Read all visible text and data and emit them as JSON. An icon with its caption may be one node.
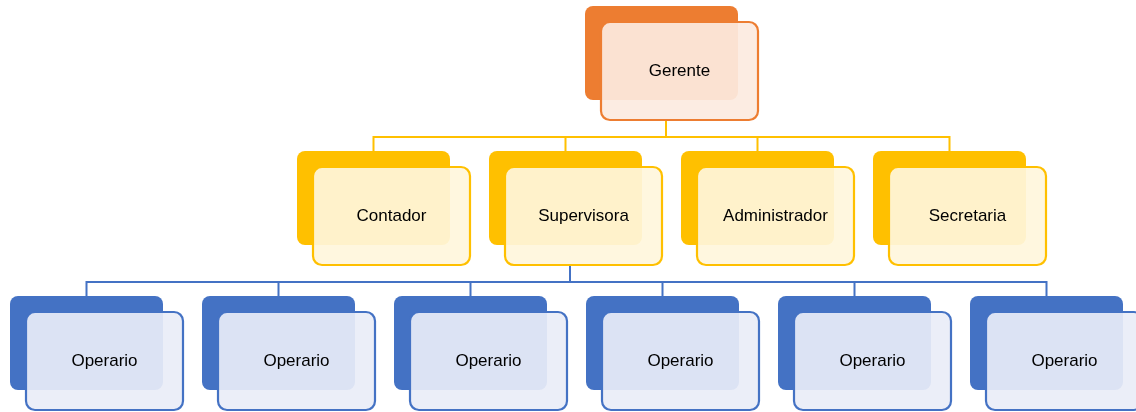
{
  "diagram": {
    "nodes": [
      {
        "text": [
          "Gerente"
        ]
      },
      {
        "text": [
          "Contador"
        ]
      },
      {
        "text": [
          "Supervisora"
        ]
      },
      {
        "text": [
          "Administrador"
        ]
      },
      {
        "text": [
          "Secretaria"
        ]
      },
      {
        "text": [
          "Operario"
        ]
      },
      {
        "text": [
          "Operario"
        ]
      },
      {
        "text": [
          "Operario"
        ]
      },
      {
        "text": [
          "Operario"
        ]
      },
      {
        "text": [
          "Operario"
        ]
      },
      {
        "text": [
          "Operario"
        ]
      }
    ],
    "edges": [
      {
        "from": 0,
        "to": 1,
        "arrow": "none",
        "color": "#ffc000"
      },
      {
        "from": 0,
        "to": 2,
        "arrow": "none",
        "color": "#ffc000"
      },
      {
        "from": 0,
        "to": 3,
        "arrow": "none",
        "color": "#ffc000"
      },
      {
        "from": 0,
        "to": 4,
        "arrow": "none",
        "color": "#ffc000"
      },
      {
        "from": 2,
        "to": 5,
        "arrow": "none"
      },
      {
        "from": 2,
        "to": 6,
        "arrow": "none"
      },
      {
        "from": 2,
        "to": 7,
        "arrow": "none"
      },
      {
        "from": 2,
        "to": 8,
        "arrow": "none"
      },
      {
        "from": 2,
        "to": 9,
        "arrow": "none"
      },
      {
        "from": 2,
        "to": 10,
        "arrow": "none"
      }
    ]
  }
}
